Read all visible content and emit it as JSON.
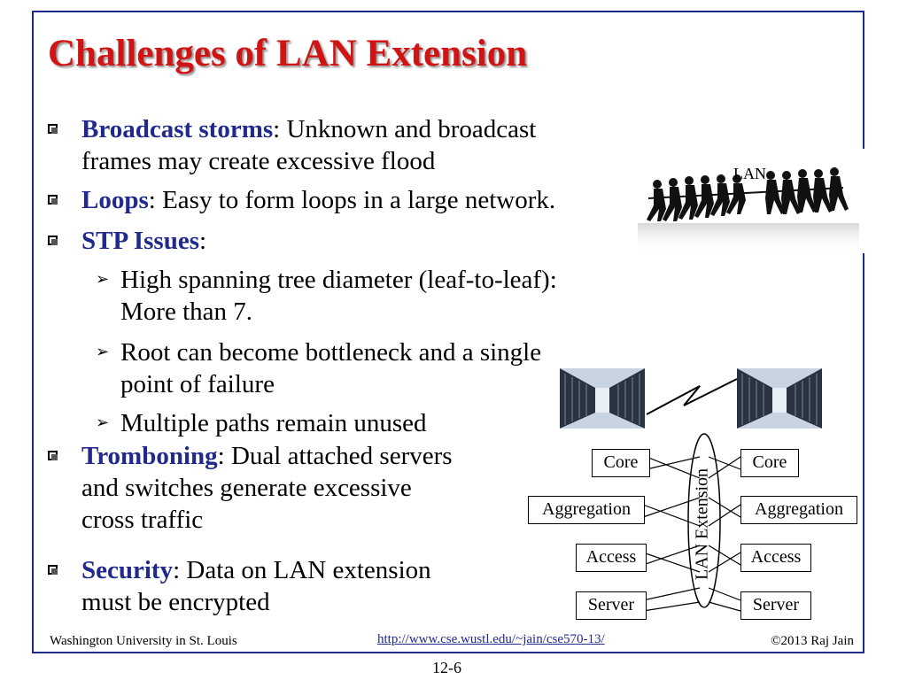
{
  "title": "Challenges of LAN Extension",
  "bullets": {
    "broadcast": {
      "kw": "Broadcast storms",
      "rest": ": Unknown and broadcast",
      "line2": "frames may create excessive flood"
    },
    "loops": {
      "kw": "Loops",
      "rest": ": Easy to form loops in a large network."
    },
    "stp": {
      "kw": "STP Issues",
      "rest": ":"
    },
    "tromboning": {
      "kw": "Tromboning",
      "rest": ": Dual attached servers",
      "line2": "and switches generate excessive",
      "line3": "cross traffic"
    },
    "security": {
      "kw": "Security",
      "rest": ": Data on LAN extension",
      "line2": "must be encrypted"
    }
  },
  "stp_sub": [
    {
      "line1": "High spanning tree diameter (leaf-to-leaf):",
      "line2": "More than 7."
    },
    {
      "line1": "Root can become bottleneck and a single",
      "line2": "point of failure"
    },
    {
      "line1": "Multiple paths remain unused"
    }
  ],
  "lan_image_label": "LAN",
  "diagram": {
    "left": [
      "Core",
      "Aggregation",
      "Access",
      "Server"
    ],
    "right": [
      "Core",
      "Aggregation",
      "Access",
      "Server"
    ],
    "center_label": "LAN Extension"
  },
  "footer": {
    "left": "Washington University in St. Louis",
    "link": "http://www.cse.wustl.edu/~jain/cse570-13/",
    "right": "©2013 Raj Jain",
    "page": "12-6"
  },
  "colors": {
    "title": "#d01414",
    "keyword": "#1f2a8c",
    "frame": "#1f2a8c"
  }
}
